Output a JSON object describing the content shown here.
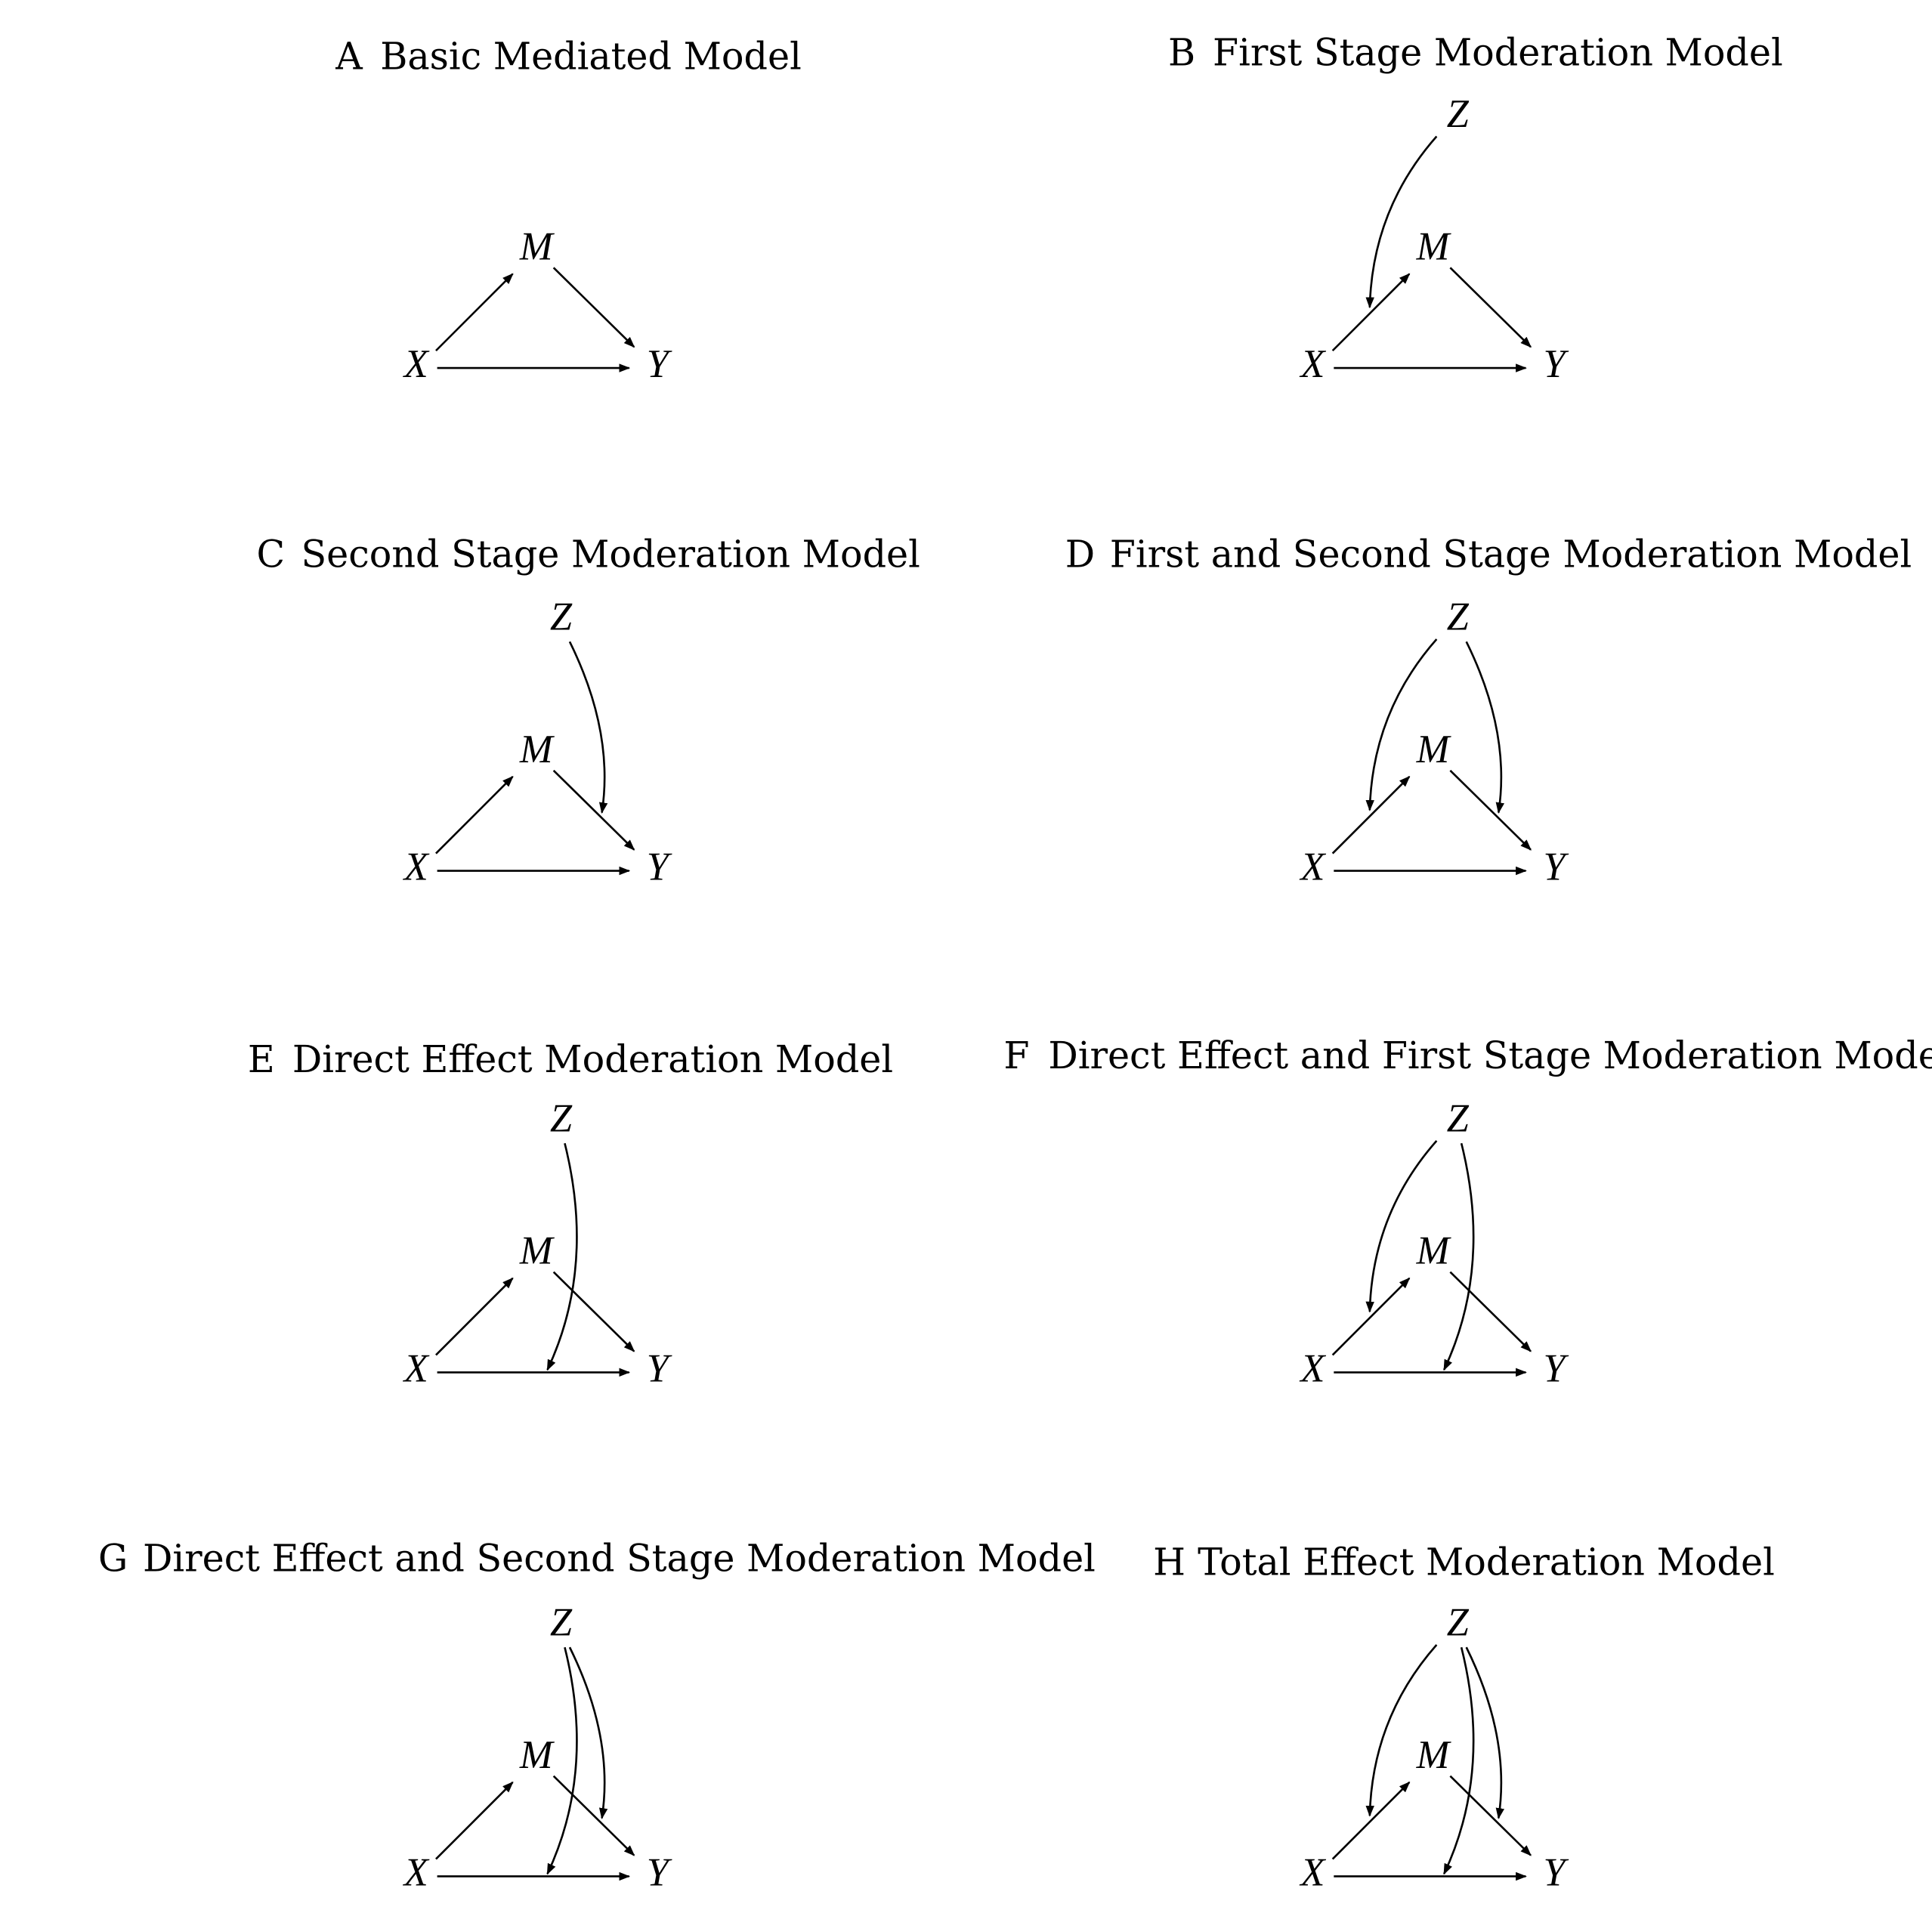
{
  "nodes": {
    "x": "X",
    "m": "M",
    "y": "Y",
    "z": "Z"
  },
  "panels": [
    {
      "letter": "A",
      "title": "Basic Mediated Model",
      "first": false,
      "second": false,
      "direct": false
    },
    {
      "letter": "B",
      "title": "First Stage Moderation Model",
      "first": true,
      "second": false,
      "direct": false
    },
    {
      "letter": "C",
      "title": "Second Stage Moderation Model",
      "first": false,
      "second": true,
      "direct": false
    },
    {
      "letter": "D",
      "title": "First and Second Stage Moderation Model",
      "first": true,
      "second": true,
      "direct": false
    },
    {
      "letter": "E",
      "title": "Direct Effect Moderation Model",
      "first": false,
      "second": false,
      "direct": true
    },
    {
      "letter": "F",
      "title": "Direct Effect and First Stage Moderation Model",
      "first": true,
      "second": false,
      "direct": true
    },
    {
      "letter": "G",
      "title": "Direct Effect and Second Stage Moderation Model",
      "first": false,
      "second": true,
      "direct": true
    },
    {
      "letter": "H",
      "title": "Total Effect Moderation Model",
      "first": true,
      "second": true,
      "direct": true
    }
  ]
}
